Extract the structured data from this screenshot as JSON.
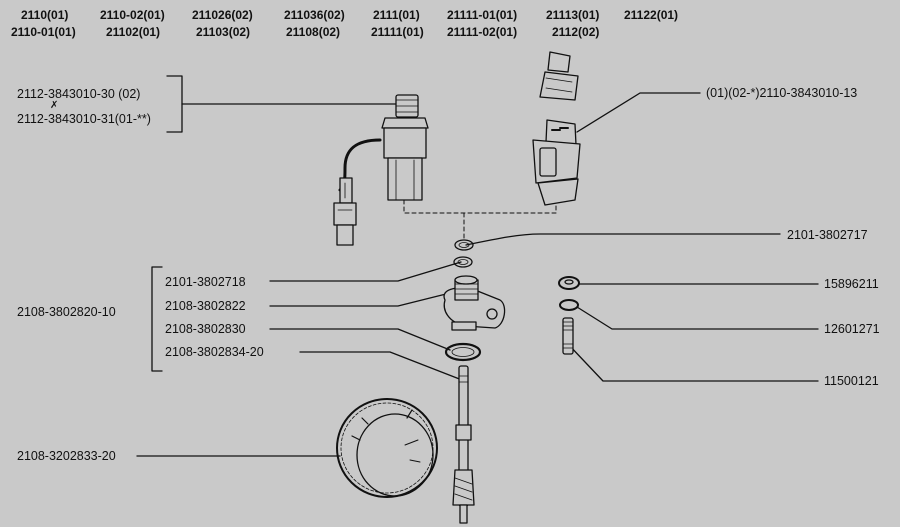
{
  "models": {
    "row1": [
      "2110(01)",
      "2110-02(01)",
      "211026(02)",
      "211036(02)",
      "2111(01)",
      "21111-01(01)",
      "21113(01)",
      "21122(01)"
    ],
    "row2": [
      "2110-01(01)",
      "21102(01)",
      "21103(02)",
      "21108(02)",
      "21111(01)",
      "21111-02(01)",
      "2112(02)"
    ]
  },
  "parts": {
    "sensor_a_line1": "2112-3843010-30  (02)",
    "sensor_a_line2": "2112-3843010-31(01-**)",
    "sensor_b": "(01)(02-*)2110-3843010-13",
    "ring_top": "2101-3802717",
    "assembly": "2108-3802820-10",
    "ring_1": "2101-3802718",
    "flange": "2108-3802822",
    "ring_2": "2108-3802830",
    "shaft": "2108-3802834-20",
    "nut": "15896211",
    "washer": "12601271",
    "stud": "11500121",
    "gear": "2108-3202833-20"
  },
  "colors": {
    "background": "#c9c9c9",
    "ink": "#111111"
  }
}
